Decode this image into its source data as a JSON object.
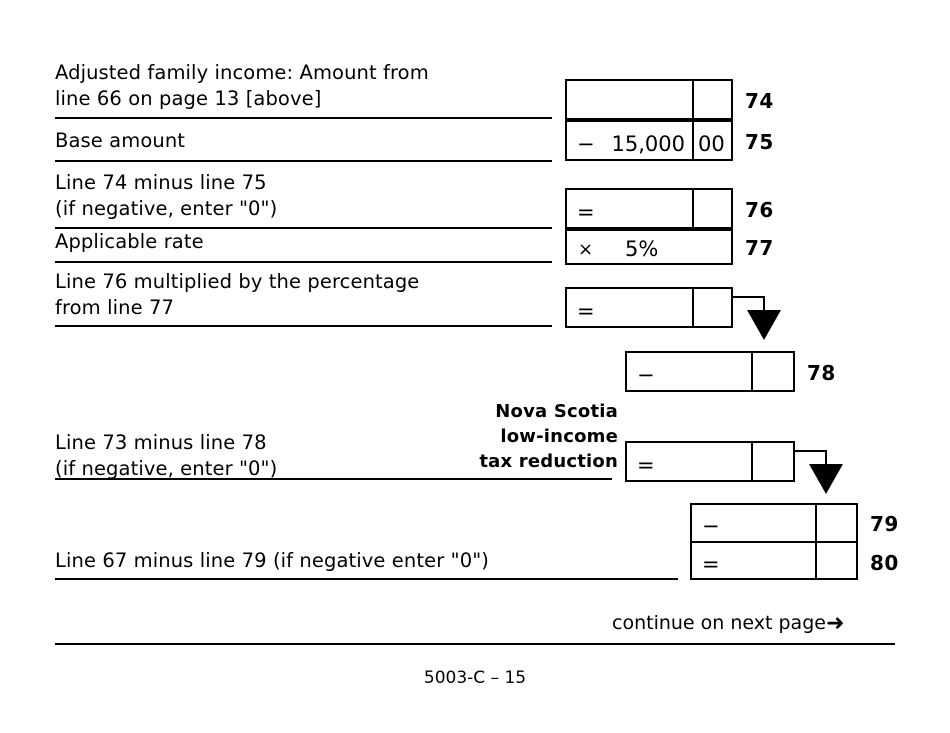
{
  "document": {
    "form_code": "5003-C – 15",
    "continue_text": "continue on next page",
    "continue_arrow": "➜"
  },
  "section_title": "Nova Scotia\nlow-income\ntax reduction",
  "rows": [
    {
      "id": "line-74",
      "label": "Adjusted family income: Amount from\nline 66 on page 13 [above]",
      "line_number": "74",
      "operator": "",
      "amount": "",
      "cents": ""
    },
    {
      "id": "line-75",
      "label": "Base amount",
      "line_number": "75",
      "operator": "−",
      "amount": "15,000",
      "cents": "00"
    },
    {
      "id": "line-76",
      "label": "Line 74 minus line 75\n(if negative, enter \"0\")",
      "line_number": "76",
      "operator": "=",
      "amount": "",
      "cents": ""
    },
    {
      "id": "line-77",
      "label": "Applicable rate",
      "line_number": "77",
      "operator": "×",
      "amount": "5%",
      "cents": ""
    },
    {
      "id": "line-77-product",
      "label": "Line 76 multiplied by the percentage\nfrom line 77",
      "line_number": "",
      "operator": "=",
      "amount": "",
      "cents": ""
    },
    {
      "id": "line-78",
      "label": "",
      "line_number": "78",
      "operator": "−",
      "amount": "",
      "cents": ""
    },
    {
      "id": "line-73-minus-78",
      "label": "Line 73 minus line 78\n(if negative, enter \"0\")",
      "line_number": "",
      "operator": "=",
      "amount": "",
      "cents": ""
    },
    {
      "id": "line-79",
      "label": "",
      "line_number": "79",
      "operator": "−",
      "amount": "",
      "cents": ""
    },
    {
      "id": "line-80",
      "label": "Line 67 minus line 79 (if negative enter \"0\")",
      "line_number": "80",
      "operator": "=",
      "amount": "",
      "cents": ""
    }
  ]
}
